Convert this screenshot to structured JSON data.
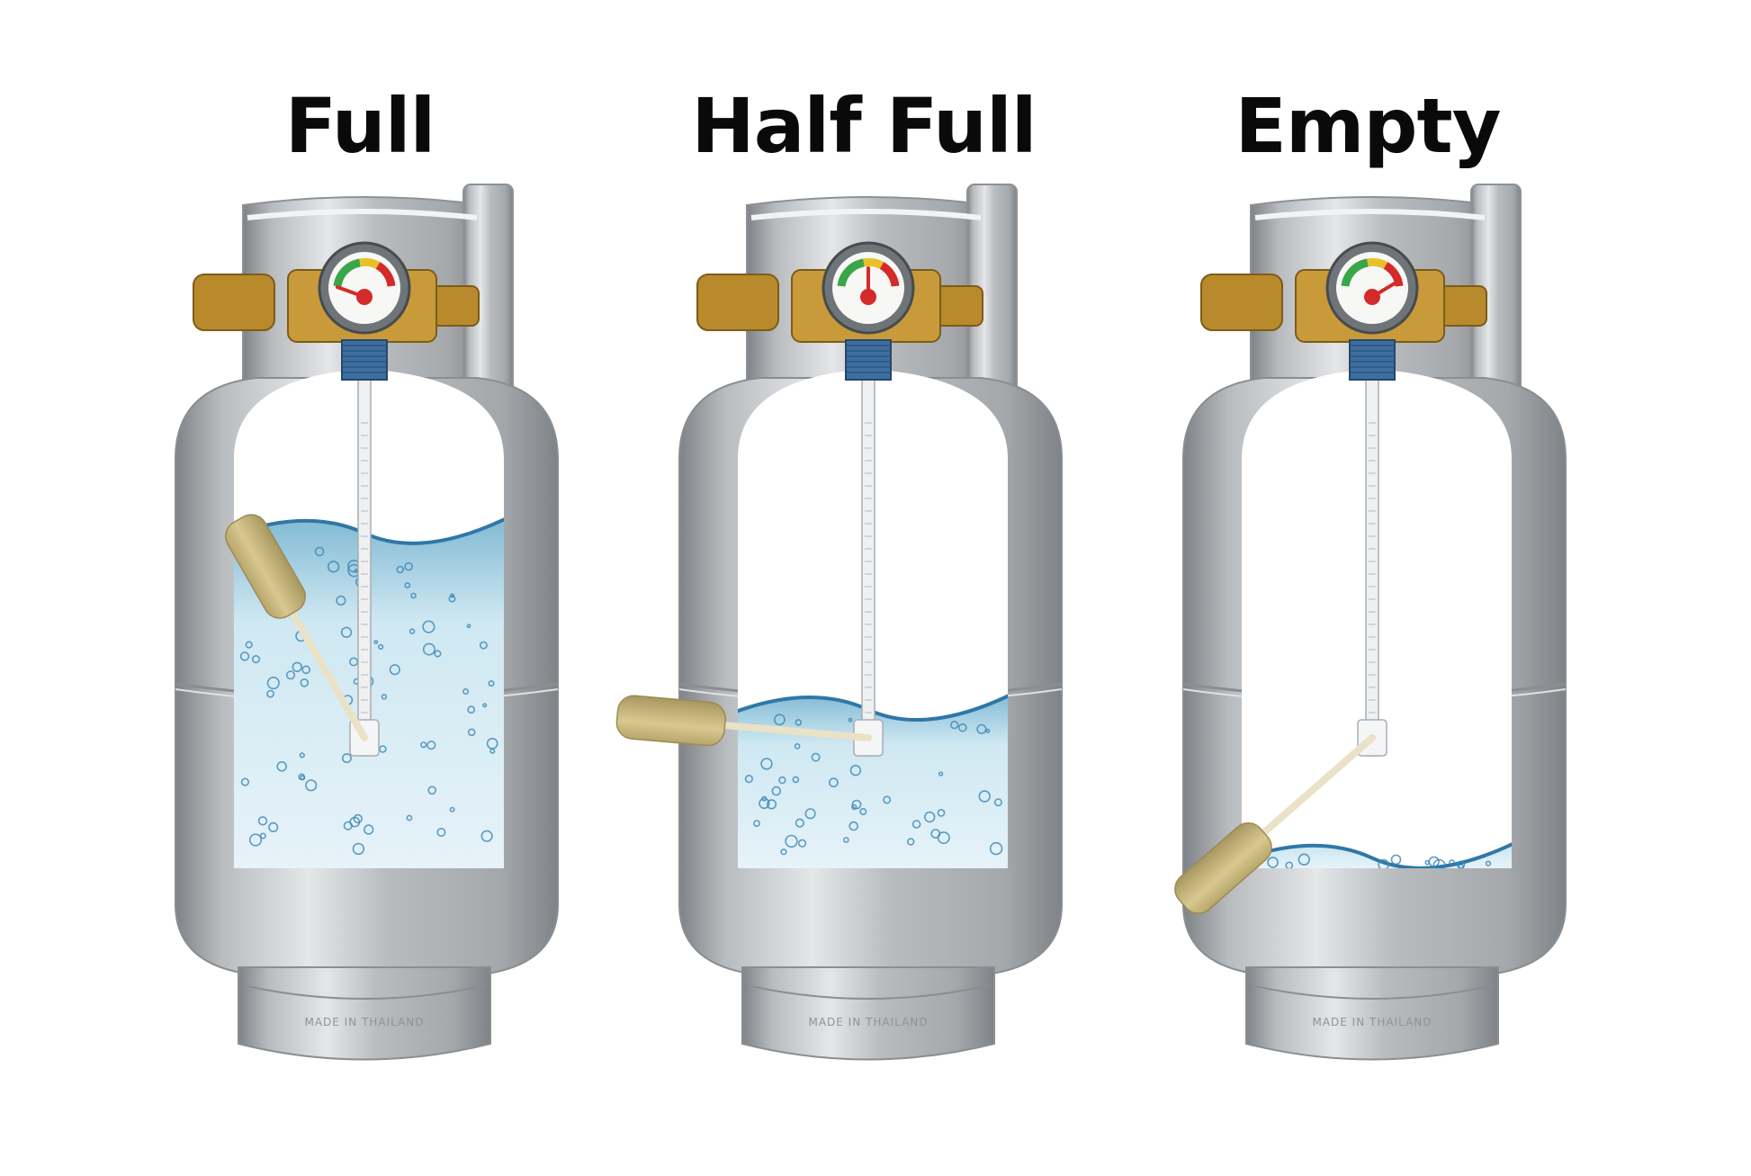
{
  "tanks": [
    {
      "id": "full",
      "label": "Full",
      "fill_level": 1.0,
      "stamp": "MADE IN THAILAND"
    },
    {
      "id": "half",
      "label": "Half Full",
      "fill_level": 0.5,
      "stamp": "MADE IN THAILAND"
    },
    {
      "id": "empty",
      "label": "Empty",
      "fill_level": 0.08,
      "stamp": "MADE IN THAILAND"
    }
  ],
  "colors": {
    "background": "#ffffff",
    "tank_steel": "#b9bcbf",
    "tank_highlight": "#e4e6e8",
    "tank_shadow": "#7f8387",
    "water_light": "#cfe8f2",
    "water_dark": "#7fb8d3",
    "bubble": "#3a86b5",
    "float": "#d8c88f",
    "brass": "#b88a2c",
    "gauge_red": "#d42a2a",
    "gauge_green": "#3aa64a",
    "gauge_yellow": "#e8c12a"
  }
}
